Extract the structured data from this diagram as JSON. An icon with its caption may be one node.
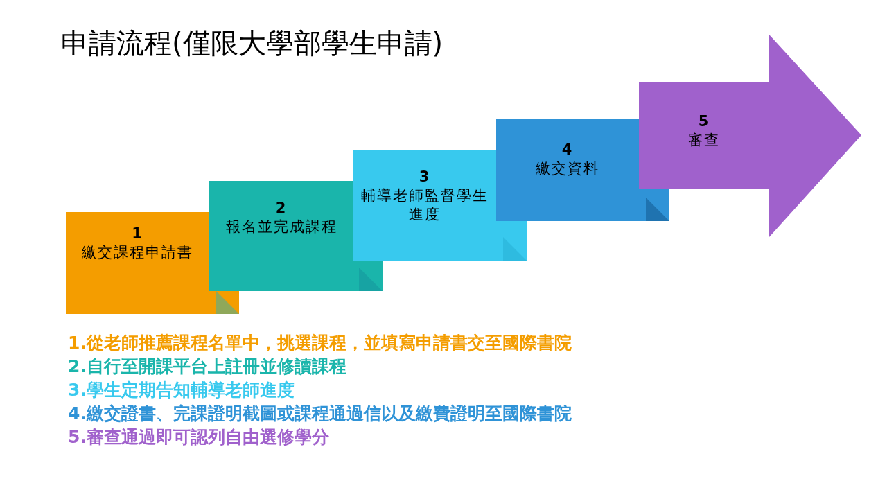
{
  "diagram": {
    "title": "申請流程(僅限大學部學生申請)",
    "nodes": [
      {
        "text": [
          "1",
          "繳交課程申請書"
        ]
      },
      {
        "text": [
          "2",
          "報名並完成課程"
        ]
      },
      {
        "text": [
          "3",
          "輔導老師監督學生進度"
        ]
      },
      {
        "text": [
          "4",
          "繳交資料"
        ]
      },
      {
        "text": [
          "5",
          "審查"
        ]
      }
    ],
    "labels": [
      "1.從老師推薦課程名單中，挑選課程，並填寫申請書交至國際書院",
      "2.自行至開課平台上註冊並修讀課程",
      "3.學生定期告知輔導老師進度",
      "4.繳交證書、完課證明截圖或課程通過信以及繳費證明至國際書院",
      "5.審查通過即可認列自由選修學分"
    ]
  }
}
